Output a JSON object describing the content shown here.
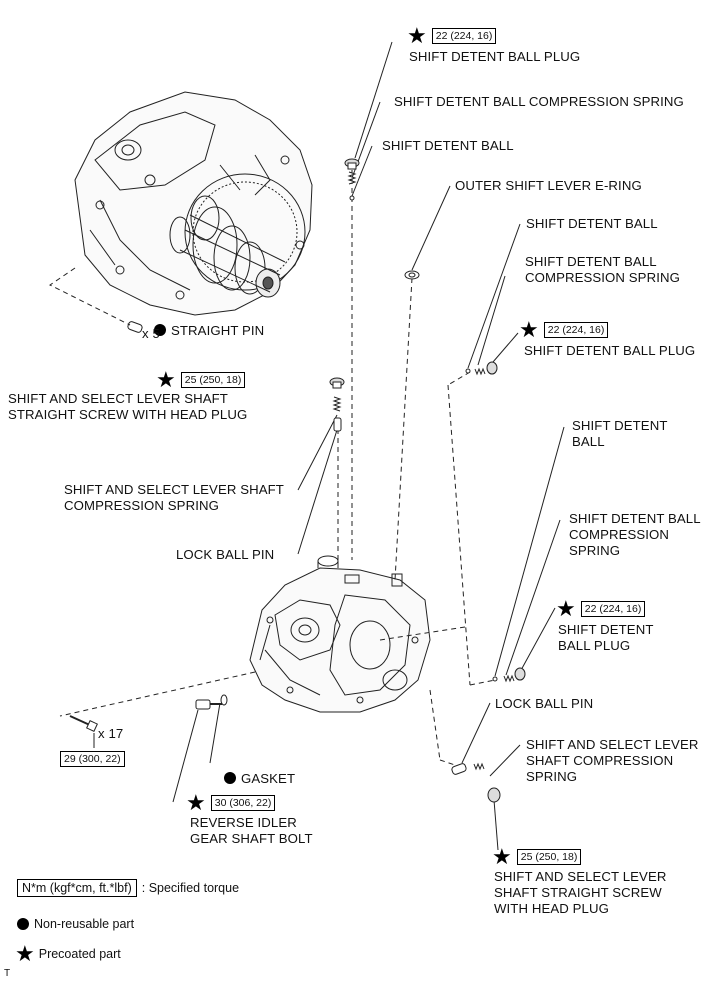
{
  "parts": {
    "plug_top": "SHIFT DETENT BALL PLUG",
    "spring_top": "SHIFT DETENT BALL COMPRESSION SPRING",
    "ball_top": "SHIFT DETENT BALL",
    "ering": "OUTER SHIFT LEVER E-RING",
    "ball_r1": "SHIFT DETENT BALL",
    "spring_r1": "SHIFT DETENT BALL\nCOMPRESSION SPRING",
    "plug_r1": "SHIFT DETENT BALL PLUG",
    "straight_pin": "STRAIGHT PIN",
    "qty_pin": "x 5",
    "screw_left": "SHIFT AND SELECT LEVER SHAFT\nSTRAIGHT SCREW WITH HEAD PLUG",
    "spring_left": "SHIFT AND SELECT LEVER SHAFT\nCOMPRESSION SPRING",
    "lockpin_left": "LOCK BALL PIN",
    "ball_r2": "SHIFT DETENT\nBALL",
    "spring_r2": "SHIFT DETENT BALL\nCOMPRESSION\nSPRING",
    "plug_r2": "SHIFT DETENT\nBALL PLUG",
    "qty_bolt": "x 17",
    "gasket": "GASKET",
    "idler_bolt": "REVERSE IDLER\nGEAR SHAFT BOLT",
    "lockpin_right": "LOCK BALL PIN",
    "spring_right": "SHIFT AND SELECT LEVER\nSHAFT COMPRESSION\nSPRING",
    "screw_right": "SHIFT AND SELECT LEVER\nSHAFT STRAIGHT SCREW\nWITH HEAD PLUG",
    "corner_mark": "T"
  },
  "torques": {
    "t_plug_top": "22 (224, 16)",
    "t_plug_r1": "22 (224, 16)",
    "t_screw_left": "25 (250, 18)",
    "t_plug_r2": "22 (224, 16)",
    "t_bolt": "29 (300, 22)",
    "t_idler": "30 (306, 22)",
    "t_screw_right": "25 (250, 18)"
  },
  "legend": {
    "torque_units": "N*m (kgf*cm, ft.*lbf)",
    "torque_text": ": Specified torque",
    "nonreusable": "Non-reusable part",
    "precoated": "Precoated part"
  }
}
